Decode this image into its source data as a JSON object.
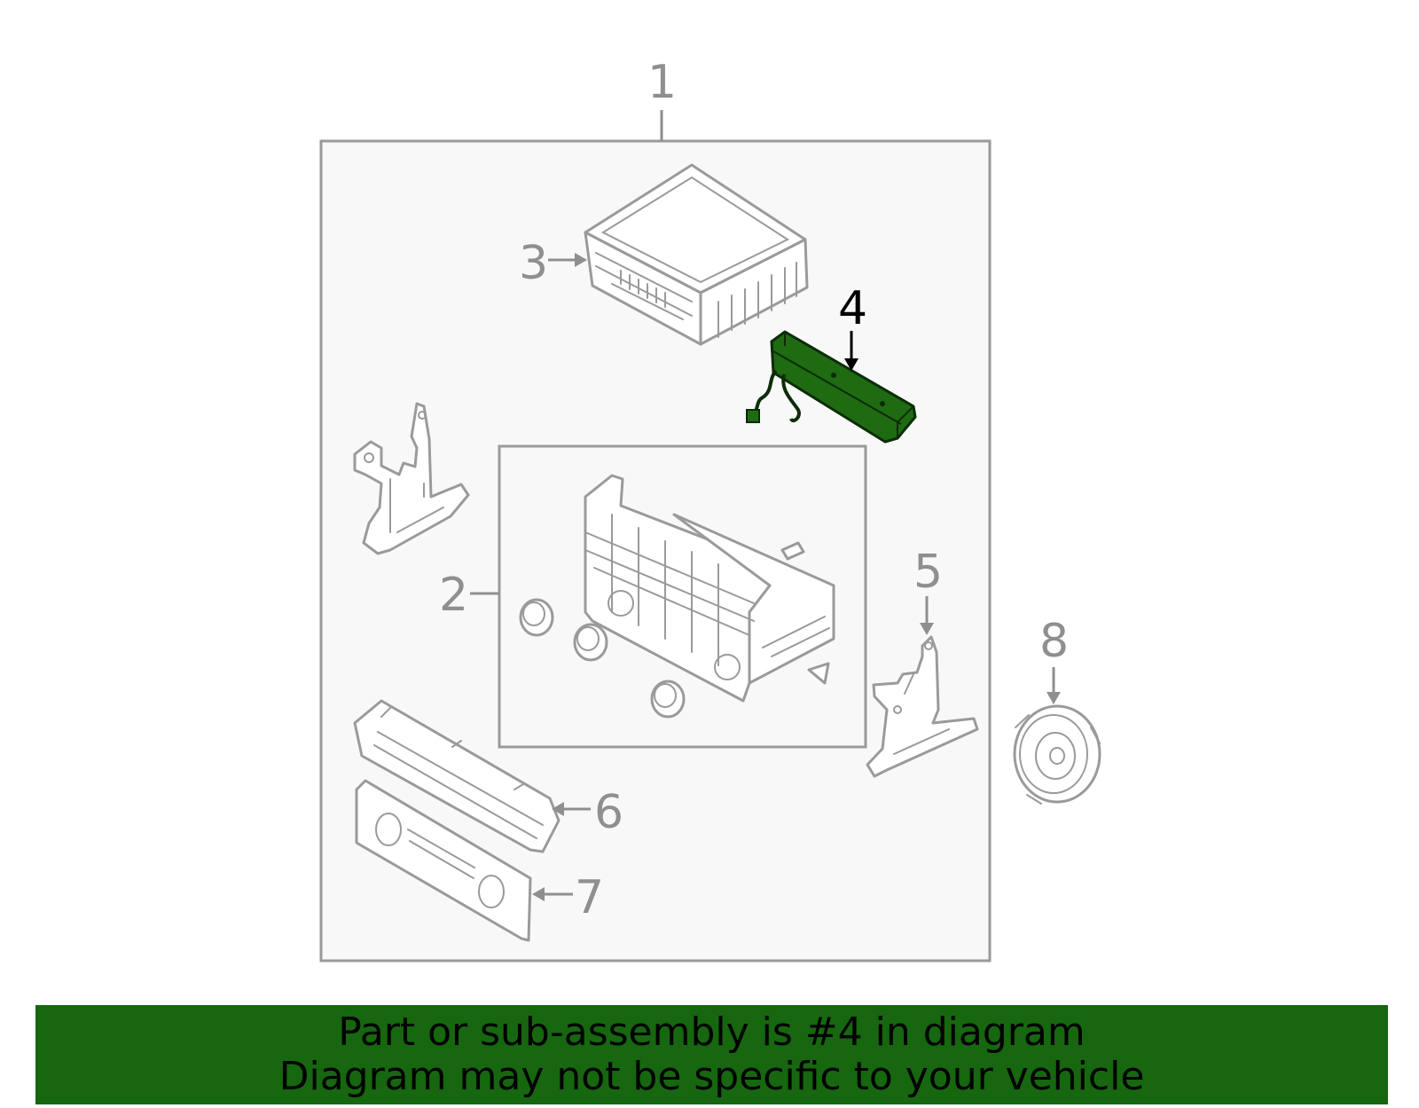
{
  "callouts": {
    "c1": "1",
    "c2": "2",
    "c3": "3",
    "c4": "4",
    "c5": "5",
    "c6": "6",
    "c7": "7",
    "c8": "8"
  },
  "highlighted_part": "4",
  "colors": {
    "highlight": "#1e6b12",
    "banner": "#16670f",
    "line_gray": "#9a9a9a",
    "box_fill": "#f8f8f8"
  },
  "banner": {
    "line1": "Part or sub-assembly is #4 in diagram",
    "line2": "Diagram may not be specific to your vehicle"
  }
}
